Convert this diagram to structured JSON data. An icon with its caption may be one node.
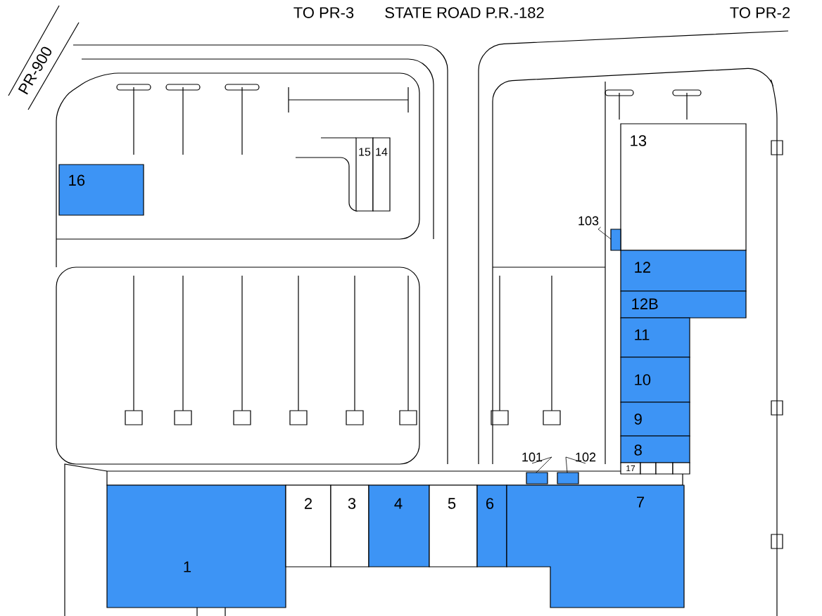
{
  "diagram": {
    "nodes": [
      {
        "text": [
          "16"
        ]
      },
      {
        "text": [
          "15"
        ]
      },
      {
        "text": [
          "14"
        ]
      },
      {
        "text": [
          "13"
        ]
      },
      {
        "text": [
          "103"
        ]
      },
      {
        "text": [],
        "shape": "box"
      },
      {
        "text": [
          "12"
        ]
      },
      {
        "text": [
          "12B"
        ]
      },
      {
        "text": [
          "11"
        ]
      },
      {
        "text": [
          "10"
        ]
      },
      {
        "text": [
          "9"
        ]
      },
      {
        "text": [
          "8"
        ]
      },
      {
        "text": [
          "17"
        ]
      },
      {
        "text": [
          "101"
        ]
      },
      {
        "text": [],
        "shape": "box"
      },
      {
        "text": [
          "102"
        ]
      },
      {
        "text": [],
        "shape": "box"
      },
      {
        "text": [
          "1"
        ]
      },
      {
        "text": [
          "2"
        ]
      },
      {
        "text": [
          "3"
        ]
      },
      {
        "text": [
          "4"
        ]
      },
      {
        "text": [
          "5"
        ]
      },
      {
        "text": [
          "6"
        ]
      },
      {
        "text": [
          "7"
        ]
      },
      {
        "text": [],
        "shape": "box"
      },
      {
        "text": [],
        "shape": "box"
      },
      {
        "text": [],
        "shape": "box"
      }
    ],
    "edges": [
      {
        "from": 4,
        "to": 5,
        "arrow": "none"
      },
      {
        "from": 13,
        "to": 14,
        "arrow": "none"
      },
      {
        "from": 15,
        "to": 16,
        "arrow": "none"
      }
    ],
    "labels": [
      "TO PR-3",
      "STATE ROAD P.R.-182",
      "TO PR-2",
      "PR-900"
    ]
  }
}
